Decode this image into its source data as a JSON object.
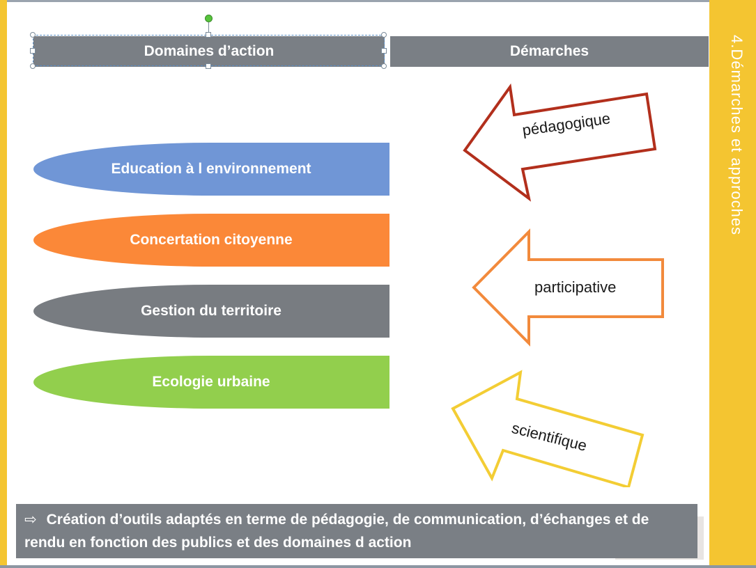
{
  "side_title": "4.Démarches et approches",
  "headers": {
    "domains": "Domaines d’action",
    "approaches": "Démarches"
  },
  "domains": [
    {
      "label": "Education à l environnement",
      "color": "#7096d6"
    },
    {
      "label": "Concertation citoyenne",
      "color": "#fb8838"
    },
    {
      "label": "Gestion du territoire",
      "color": "#787c81"
    },
    {
      "label": "Ecologie urbaine",
      "color": "#92cf4d"
    }
  ],
  "approaches": [
    {
      "label": "pédagogique",
      "color": "#b22f1c"
    },
    {
      "label": "participative",
      "color": "#f28a3c"
    },
    {
      "label": "scientifique",
      "color": "#f3cd34"
    }
  ],
  "conclusion": {
    "arrow_glyph": "⇨",
    "text": "Création d’outils adaptés en terme de pédagogie, de communication, d’échanges et de rendu en fonction des publics et des domaines d action"
  },
  "colors": {
    "accent_yellow": "#f4c531",
    "header_gray": "#7a7f85"
  }
}
